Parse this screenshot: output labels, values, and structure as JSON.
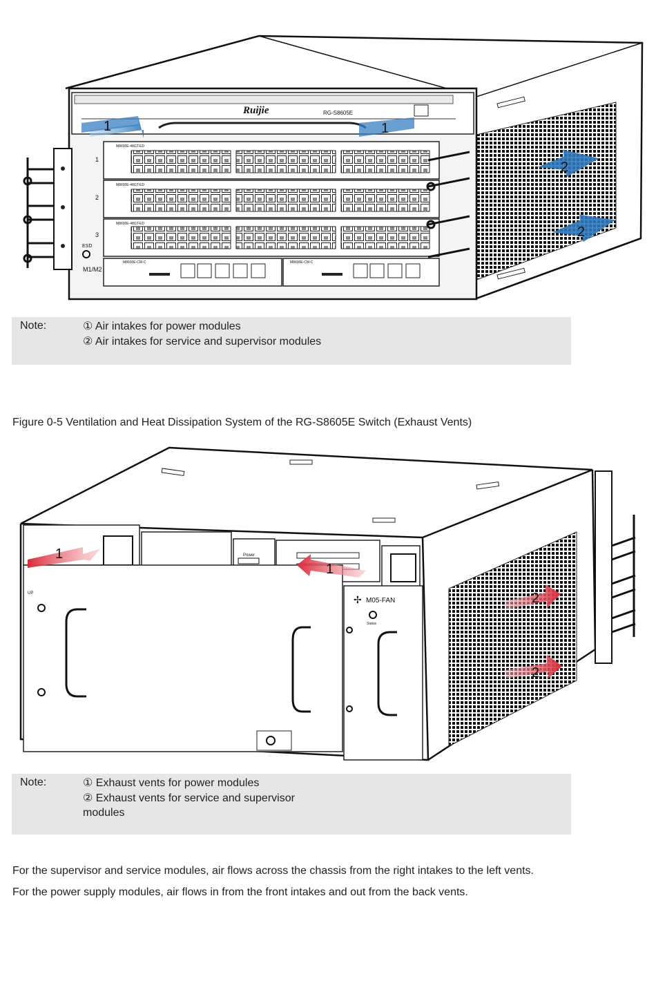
{
  "figure1": {
    "brand": "Ruijie",
    "model": "RG-S8605E",
    "slots": [
      "1",
      "2",
      "3",
      "M1/M2"
    ],
    "esd_label": "ESD",
    "module_label": "M8600E-48GT-ED",
    "sup_label": "M8600E-CM-C",
    "callouts": [
      "1",
      "1",
      "2",
      "2"
    ]
  },
  "note1": {
    "label": "Note:",
    "items": [
      "① Air intakes for power modules",
      "② Air intakes for service and supervisor modules"
    ]
  },
  "caption2": "Figure 0-5 Ventilation and Heat Dissipation System of the RG-S8605E Switch (Exhaust Vents)",
  "figure2": {
    "fan_label": "M05-FAN",
    "status_label": "Status",
    "power_label": "Power",
    "up_label": "UP",
    "callouts": [
      "1",
      "1",
      "2",
      "2"
    ]
  },
  "note2": {
    "label": "Note:",
    "items": [
      "① Exhaust vents for power modules",
      "② Exhaust vents for service and supervisor",
      "modules"
    ]
  },
  "paragraphs": [
    "For the supervisor and service modules, air flows across the chassis from the right intakes to the left vents.",
    "For the power supply modules, air flows in from the front intakes and out from the back vents."
  ],
  "colors": {
    "intake_arrow": "#3a7fc1",
    "exhaust_arrow": "#e0404a",
    "note_bg": "#e6e6e6"
  }
}
